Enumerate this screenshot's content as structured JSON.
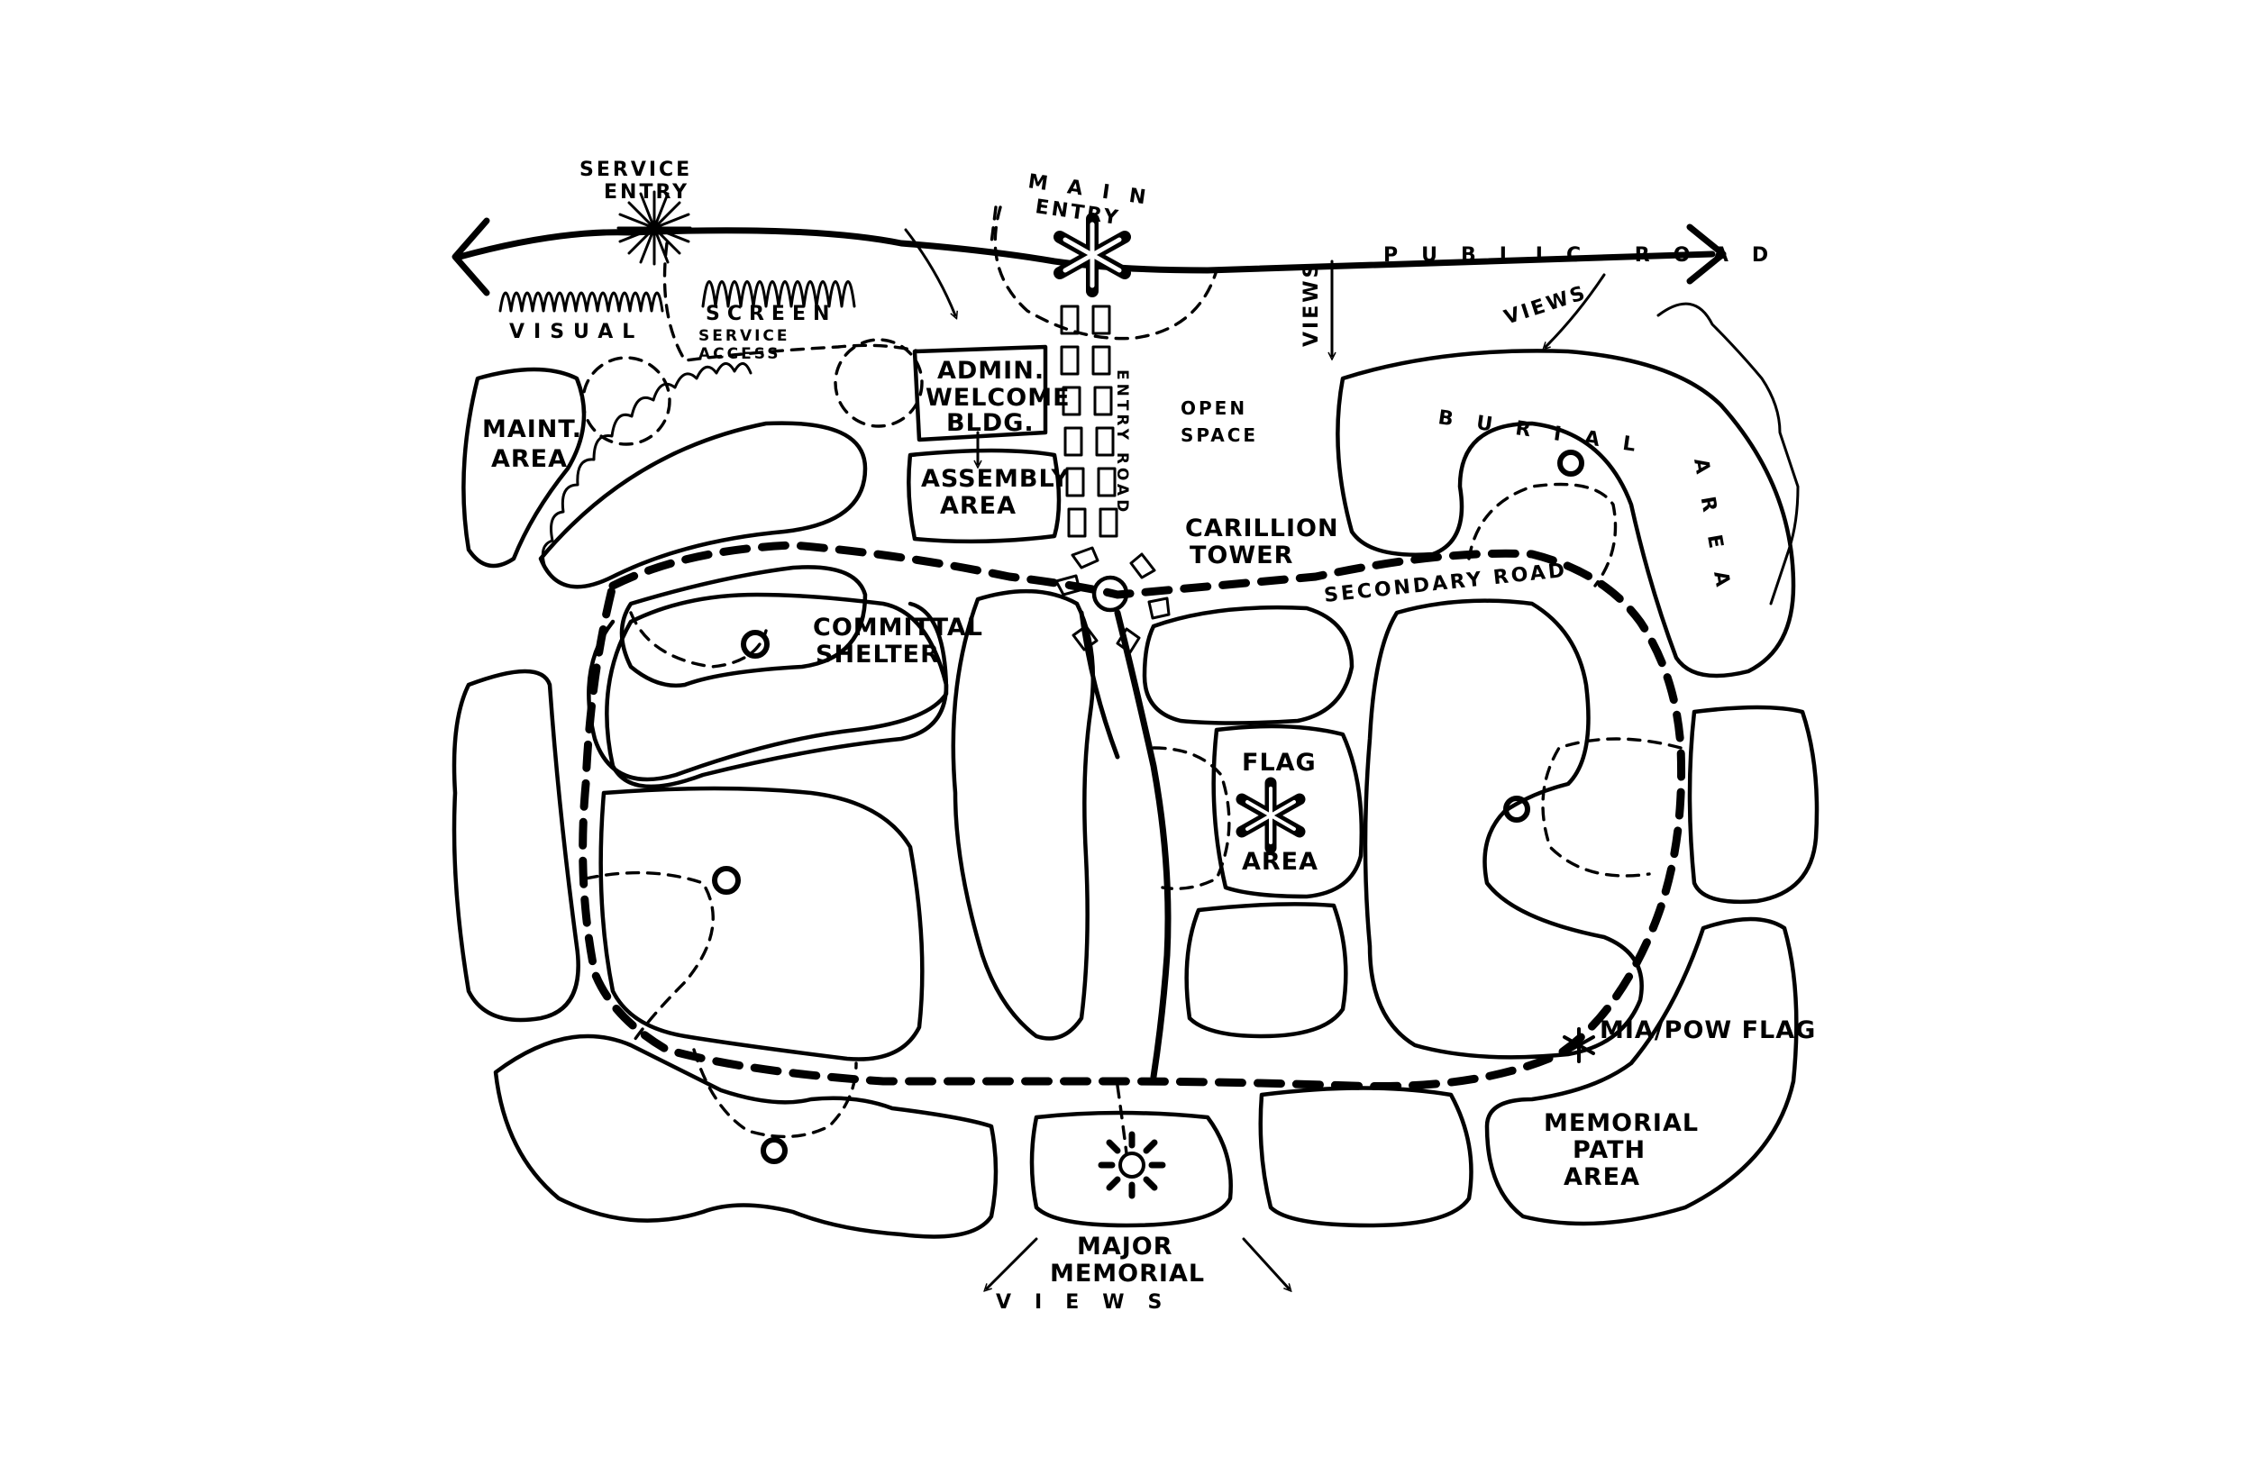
{
  "labels": {
    "service_entry_1": "SERVICE",
    "service_entry_2": "ENTRY",
    "main_entry_1": "MAIN",
    "main_entry_2": "ENTRY",
    "public_road": "PUBLIC ROAD",
    "views_top": "VIEWS",
    "views_top_right": "VIEWS",
    "visual": "VISUAL",
    "screen": "SCREEN",
    "service_access_1": "SERVICE",
    "service_access_2": "ACCESS",
    "admin_1": "ADMIN.",
    "admin_2": "WELCOME",
    "admin_3": "BLDG.",
    "assembly_1": "ASSEMBLY",
    "assembly_2": "AREA",
    "entry_road": "ENTRY ROAD",
    "open_space_1": "OPEN",
    "open_space_2": "SPACE",
    "maint_1": "MAINT.",
    "maint_2": "AREA",
    "burial_1": "BURIAL",
    "burial_2": "AREA",
    "carillon_1": "CARILLION",
    "carillon_2": "TOWER",
    "secondary_road": "SECONDARY ROAD",
    "committal_1": "COMMITTAL",
    "committal_2": "SHELTER",
    "flag_1": "FLAG",
    "flag_2": "AREA",
    "mia_pow": "MIA/POW FLAG",
    "memorial_path_1": "MEMORIAL",
    "memorial_path_2": "PATH",
    "memorial_path_3": "AREA",
    "major_memorial_1": "MAJOR",
    "major_memorial_2": "MEMORIAL",
    "views_bottom": "VIEWS"
  },
  "icons": [
    "starburst-icon",
    "asterisk-icon",
    "sun-icon",
    "circle-marker-icon",
    "arrow-icon"
  ]
}
